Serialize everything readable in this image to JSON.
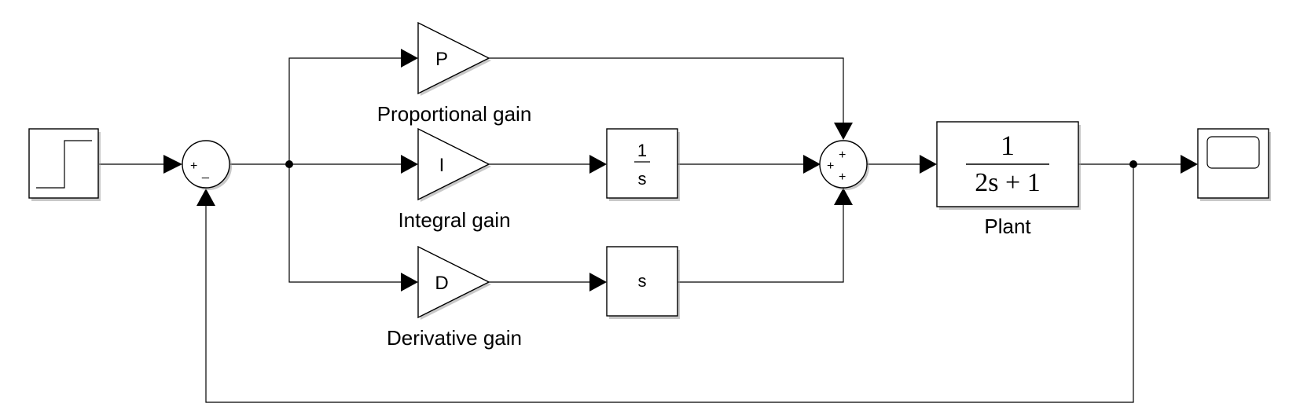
{
  "blocks": {
    "step": {},
    "sum_error": {
      "signs": [
        "+",
        "_"
      ]
    },
    "p_gain": {
      "symbol": "P",
      "label": "Proportional gain"
    },
    "i_gain": {
      "symbol": "I",
      "label": "Integral gain"
    },
    "d_gain": {
      "symbol": "D",
      "label": "Derivative gain"
    },
    "integrator": {
      "numerator": "1",
      "denominator": "s"
    },
    "derivative": {
      "text": "s"
    },
    "sum_pid": {
      "signs": [
        "+",
        "+",
        "+"
      ]
    },
    "plant": {
      "numerator": "1",
      "denominator": "2s + 1",
      "label": "Plant"
    },
    "scope": {}
  }
}
